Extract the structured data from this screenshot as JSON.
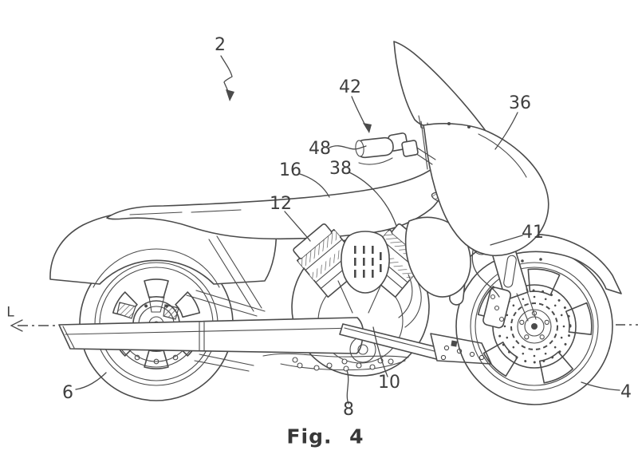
{
  "figure": {
    "caption": "Fig. 4"
  },
  "centerline": {
    "letter": "L"
  },
  "labels": [
    {
      "id": "2",
      "text": "2"
    },
    {
      "id": "42",
      "text": "42"
    },
    {
      "id": "48",
      "text": "48"
    },
    {
      "id": "36",
      "text": "36"
    },
    {
      "id": "16",
      "text": "16"
    },
    {
      "id": "38",
      "text": "38"
    },
    {
      "id": "12",
      "text": "12"
    },
    {
      "id": "41",
      "text": "41"
    },
    {
      "id": "6",
      "text": "6"
    },
    {
      "id": "8",
      "text": "8"
    },
    {
      "id": "10",
      "text": "10"
    },
    {
      "id": "4",
      "text": "4"
    }
  ],
  "colors": {
    "line": "#4a4a4a",
    "background": "#ffffff"
  }
}
